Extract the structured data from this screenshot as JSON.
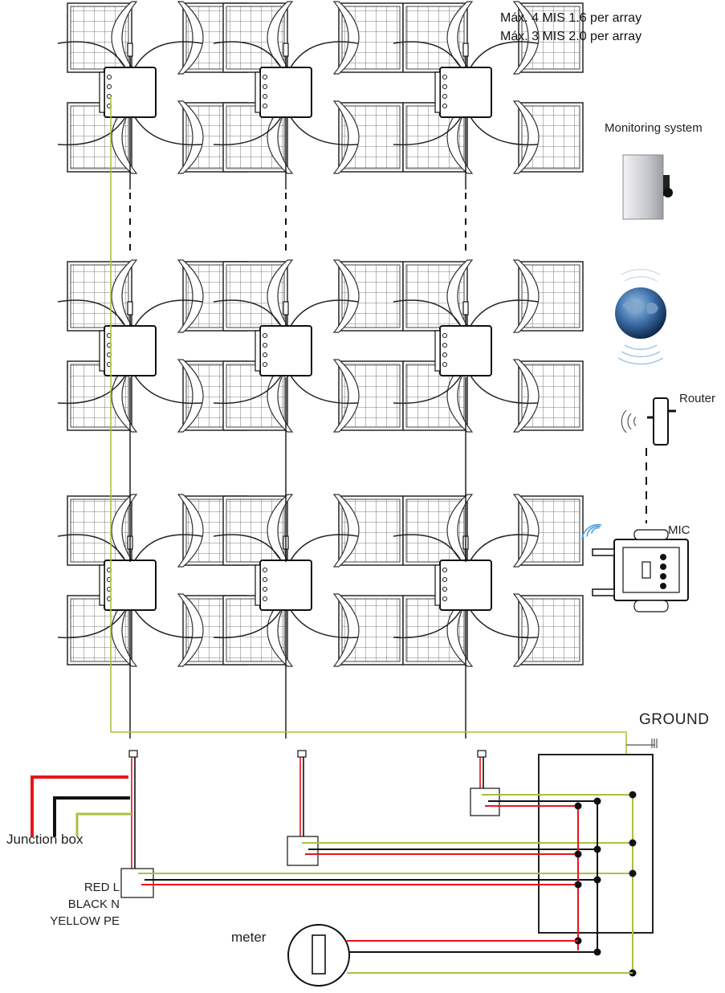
{
  "notes": {
    "max_mis16": "Máx. 4 MIS 1.6 per array",
    "max_mis20": "Máx. 3 MIS 2.0 per array"
  },
  "labels": {
    "monitoring": "Monitoring system",
    "router": "Router",
    "mic": "MIC",
    "ground": "GROUND",
    "junction_box": "Junction box",
    "meter": "meter"
  },
  "legend": {
    "red": "RED L",
    "black": "BLACK N",
    "yellow": "YELLOW PE"
  },
  "colors": {
    "wire_line": "#e8141c",
    "wire_neutral": "#111111",
    "wire_pe": "#a9c23f",
    "panel_stroke": "#333333",
    "frame": "#222222"
  },
  "icons": [
    "monitor-icon",
    "globe-icon",
    "router-icon",
    "mic-device-icon",
    "ground-symbol-icon",
    "meter-icon"
  ]
}
